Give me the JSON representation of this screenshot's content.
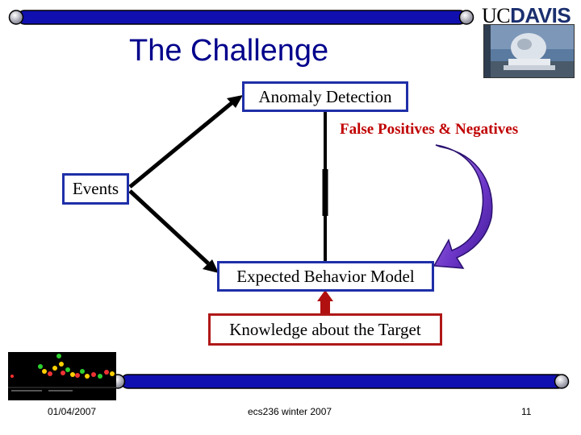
{
  "slide": {
    "title": "The Challenge",
    "logo_text_regular": "UC",
    "logo_text_bold": "DAVIS",
    "false_label": "False Positives & Negatives",
    "boxes": {
      "anomaly": "Anomaly Detection",
      "events": "Events",
      "expected": "Expected Behavior Model",
      "knowledge": "Knowledge about the Target"
    },
    "footer": {
      "date": "01/04/2007",
      "course": "ecs236 winter 2007",
      "page": "11"
    }
  },
  "colors": {
    "title": "#00008b",
    "box_border_blue": "#1f2fa8",
    "box_border_red": "#b01818",
    "false_label": "#c00000",
    "curve_arrow": "#7a3fc8",
    "up_arrow_red": "#b01010",
    "bar_fill": "#1010b0"
  },
  "icons": [
    "photo-sculpture",
    "thumbnail-visualization"
  ]
}
